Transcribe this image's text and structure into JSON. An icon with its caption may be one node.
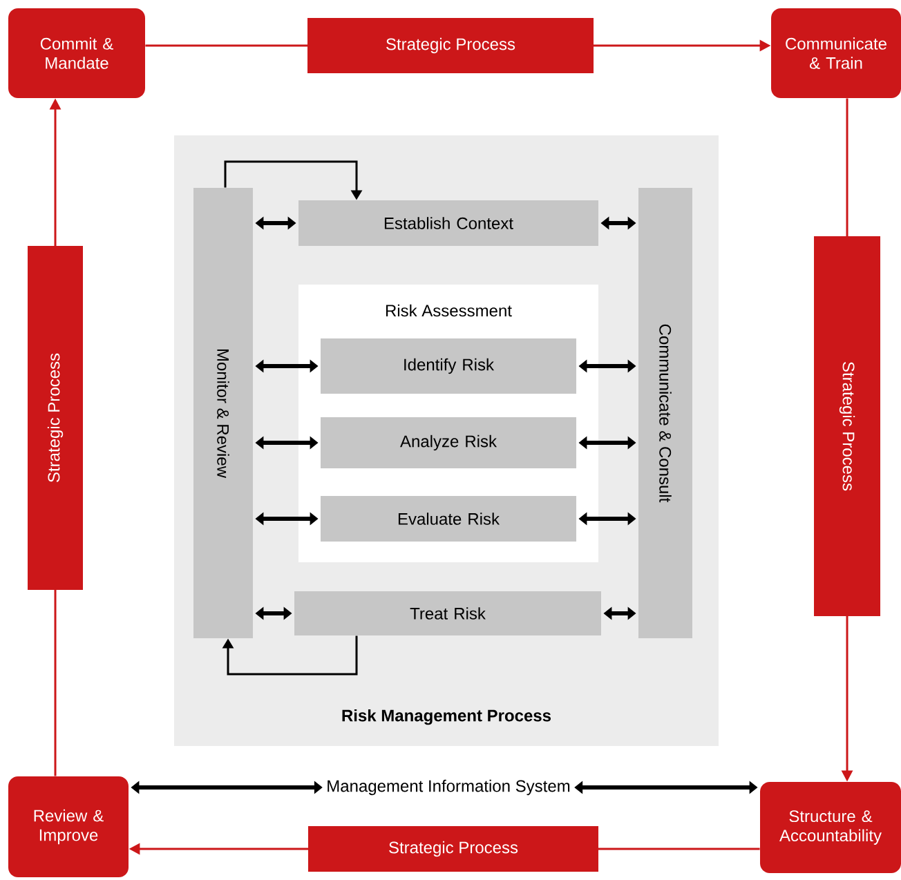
{
  "diagram": {
    "nodes": [
      {
        "text": [
          "Commit & Mandate"
        ]
      },
      {
        "text": [
          "Communicate & Train"
        ]
      },
      {
        "text": [
          "Structure & Accountability"
        ]
      },
      {
        "text": [
          "Review & Improve"
        ]
      },
      {
        "text": [
          "Risk Management Process"
        ]
      },
      {
        "text": [
          "Monitor & Review"
        ],
        "in": 4
      },
      {
        "text": [
          "Establish Context"
        ],
        "in": 4
      },
      {
        "text": [
          "Risk Assessment"
        ],
        "in": 4
      },
      {
        "text": [
          "Identify Risk"
        ],
        "in": 7
      },
      {
        "text": [
          "Analyze Risk"
        ],
        "in": 7
      },
      {
        "text": [
          "Evaluate Risk"
        ],
        "in": 7
      },
      {
        "text": [
          "Treat Risk"
        ],
        "in": 4
      },
      {
        "text": [
          "Communicate & Consult"
        ],
        "in": 4
      },
      {
        "text": [
          "Management Information System"
        ]
      }
    ],
    "edges": [
      {
        "from": 0,
        "to": 1,
        "arrow": "to",
        "label": "Strategic Process",
        "color": "#cc1719"
      },
      {
        "from": 1,
        "to": 2,
        "arrow": "to",
        "label": "Strategic Process",
        "color": "#cc1719"
      },
      {
        "from": 2,
        "to": 3,
        "arrow": "to",
        "label": "Strategic Process",
        "color": "#cc1719"
      },
      {
        "from": 3,
        "to": 0,
        "arrow": "to",
        "label": "Strategic Process",
        "color": "#cc1719"
      },
      {
        "from": 5,
        "to": 6,
        "arrow": "to"
      },
      {
        "from": 11,
        "to": 5,
        "arrow": "to"
      },
      {
        "from": 5,
        "to": 6,
        "arrow": "both"
      },
      {
        "from": 5,
        "to": 8,
        "arrow": "both"
      },
      {
        "from": 5,
        "to": 9,
        "arrow": "both"
      },
      {
        "from": 5,
        "to": 10,
        "arrow": "both"
      },
      {
        "from": 5,
        "to": 11,
        "arrow": "both"
      },
      {
        "from": 6,
        "to": 12,
        "arrow": "both"
      },
      {
        "from": 8,
        "to": 12,
        "arrow": "both"
      },
      {
        "from": 9,
        "to": 12,
        "arrow": "both"
      },
      {
        "from": 10,
        "to": 12,
        "arrow": "both"
      },
      {
        "from": 11,
        "to": 12,
        "arrow": "both"
      },
      {
        "from": 13,
        "to": 3,
        "arrow": "both"
      },
      {
        "from": 13,
        "to": 2,
        "arrow": "both"
      }
    ]
  }
}
